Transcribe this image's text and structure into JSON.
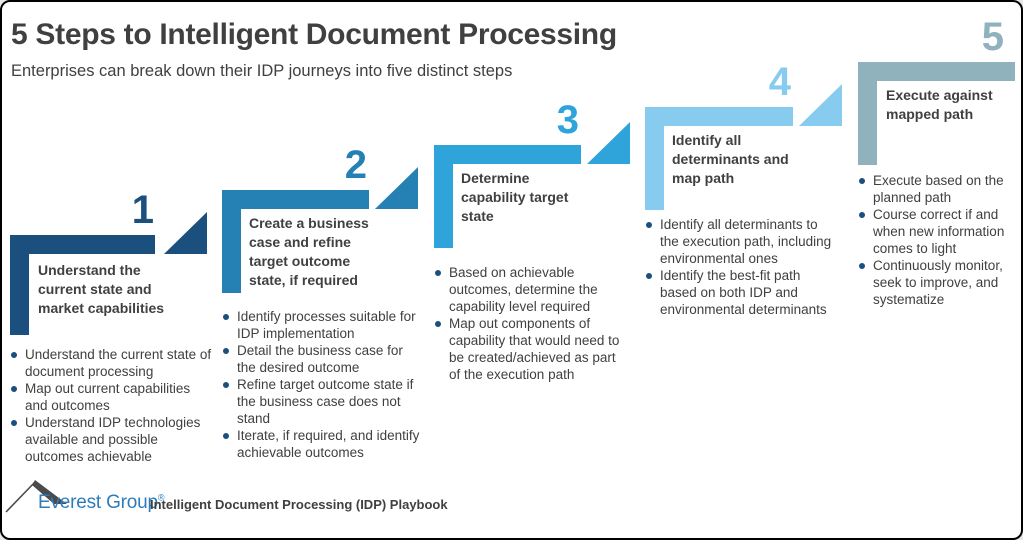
{
  "header": {
    "title": "5 Steps to Intelligent Document Processing",
    "subtitle": "Enterprises can break down their IDP journeys into five distinct steps"
  },
  "steps": [
    {
      "number": "1",
      "color": "#1a4f7e",
      "title": "Understand the current state and market capabilities",
      "bullets": [
        "Understand the current state of document processing",
        "Map out current capabilities and outcomes",
        "Understand IDP technologies available and possible outcomes achievable"
      ]
    },
    {
      "number": "2",
      "color": "#2581b4",
      "title": "Create a business case and refine target outcome state, if required",
      "bullets": [
        "Identify processes suitable for IDP implementation",
        "Detail the business case for the desired outcome",
        "Refine target outcome state if the business case does not stand",
        "Iterate, if required, and identify achievable outcomes"
      ]
    },
    {
      "number": "3",
      "color": "#2fa4db",
      "title": "Determine capability target state",
      "bullets": [
        "Based on achievable outcomes, determine the capability level required",
        "Map out components of capability that would need to be created/achieved as part of the execution path"
      ]
    },
    {
      "number": "4",
      "color": "#87cbee",
      "title": "Identify all determinants and map path",
      "bullets": [
        "Identify all determinants to the execution path, including environmental ones",
        "Identify the best-fit path based on both IDP and environmental determinants"
      ]
    },
    {
      "number": "5",
      "color": "#90b2bd",
      "title": "Execute against mapped path",
      "bullets": [
        "Execute based on the planned path",
        "Course correct if and when new information comes to light",
        "Continuously monitor, seek to improve, and systematize"
      ]
    }
  ],
  "footer": {
    "brand": "Everest Group",
    "registered_mark": "®",
    "caption": "Intelligent Document Processing (IDP) Playbook"
  },
  "colors": {
    "text": "#404040",
    "bullet_dot": "#1a4f7e",
    "brand_blue": "#2e7cba",
    "logo_gray": "#4b4b4d",
    "border": "#000000"
  }
}
